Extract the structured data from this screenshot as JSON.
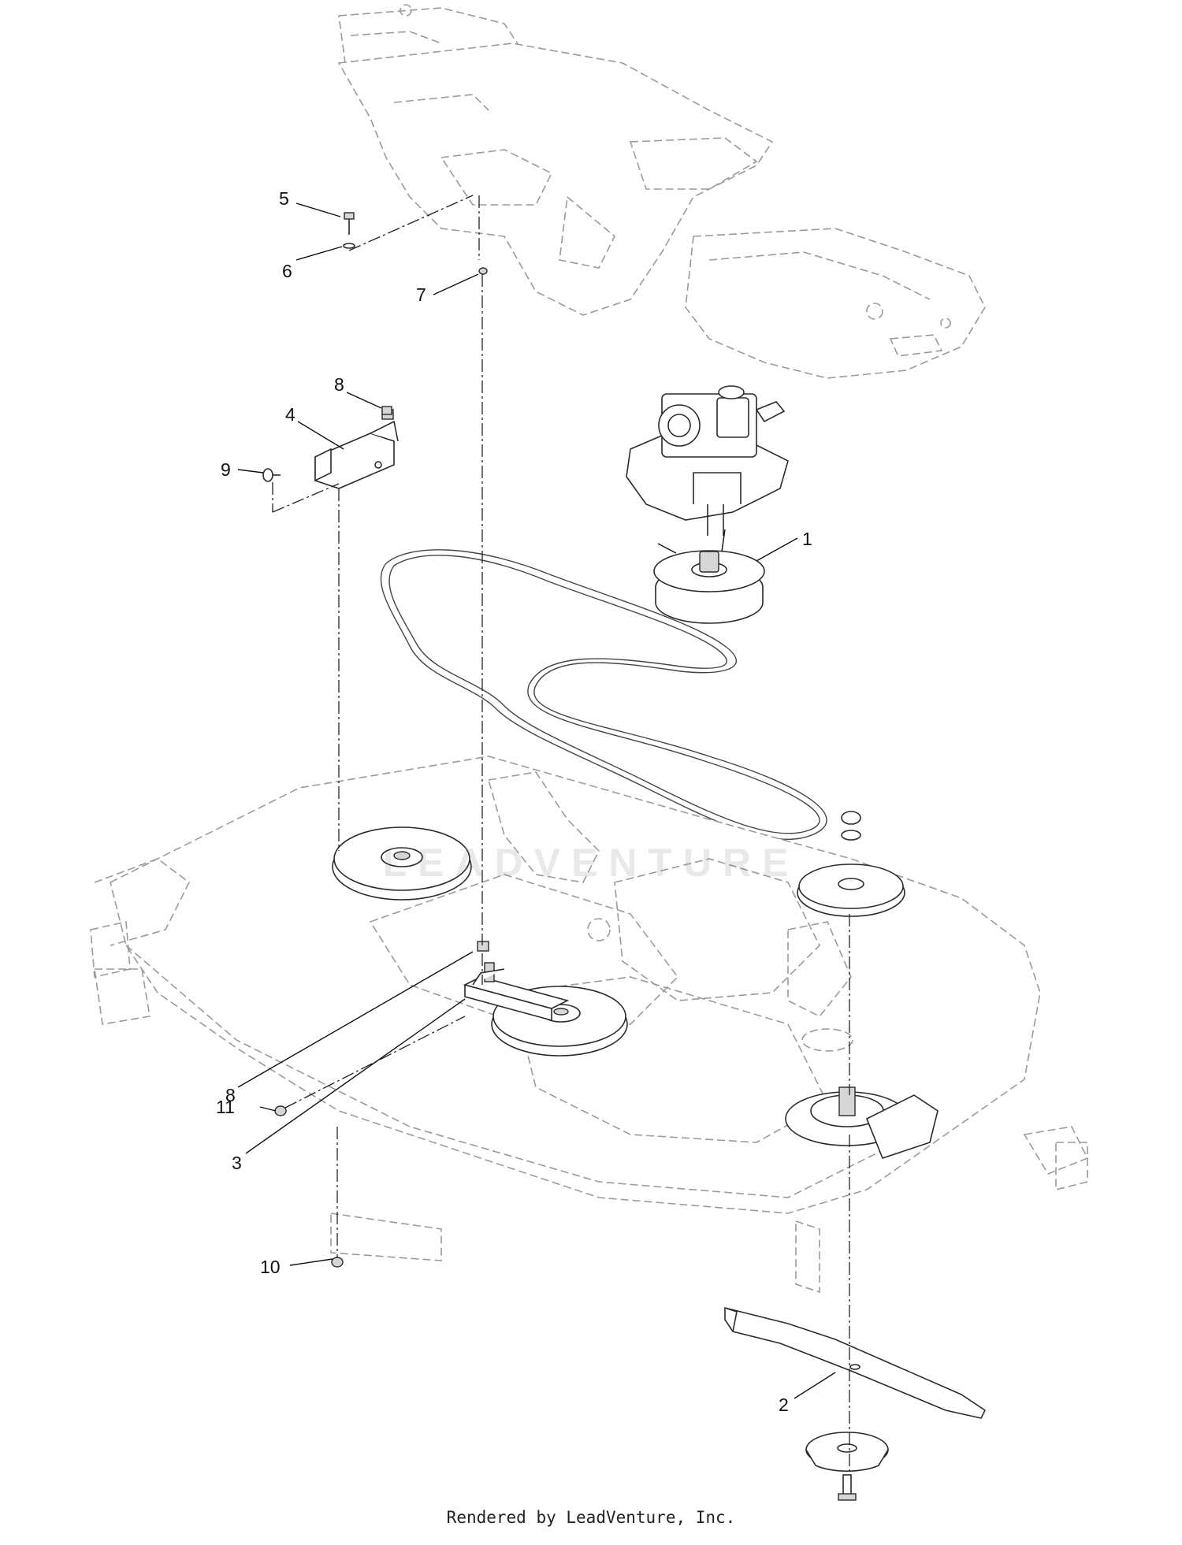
{
  "callouts": [
    {
      "id": "1",
      "label": "1"
    },
    {
      "id": "2",
      "label": "2"
    },
    {
      "id": "3",
      "label": "3"
    },
    {
      "id": "4",
      "label": "4"
    },
    {
      "id": "5",
      "label": "5"
    },
    {
      "id": "6",
      "label": "6"
    },
    {
      "id": "7",
      "label": "7"
    },
    {
      "id": "8a",
      "label": "8"
    },
    {
      "id": "8b",
      "label": "8"
    },
    {
      "id": "9",
      "label": "9"
    },
    {
      "id": "10",
      "label": "10"
    },
    {
      "id": "11",
      "label": "11"
    }
  ],
  "watermark": "LEADVENTURE",
  "footer": "Rendered by LeadVenture, Inc."
}
